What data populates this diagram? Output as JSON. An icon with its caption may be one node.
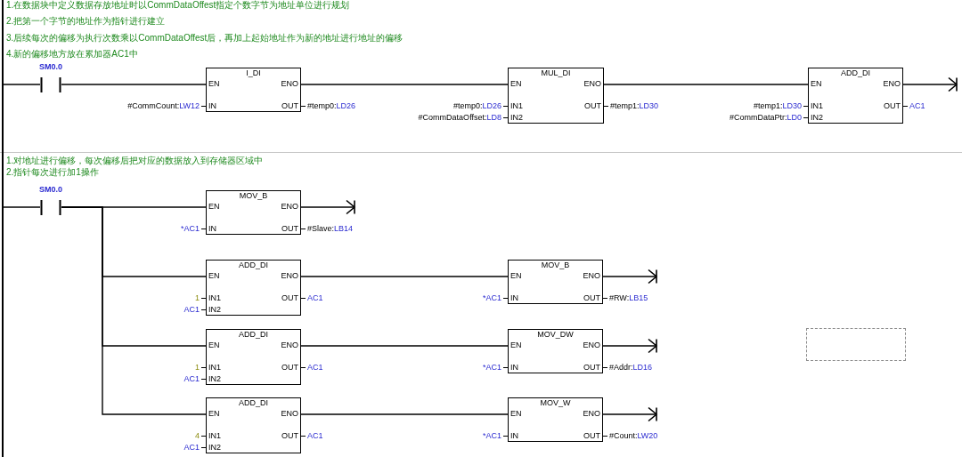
{
  "diagram": {
    "nodes": [
      {
        "text": [],
        "shape": "bar"
      },
      {
        "text": [
          "SM0.0"
        ]
      },
      {
        "text": [
          "I_DI",
          "EN",
          "ENO",
          "IN",
          "OUT"
        ],
        "beside": [
          "#CommCount:LW12",
          "#temp0:LD26"
        ]
      },
      {
        "text": [
          "MUL_DI",
          "EN",
          "ENO",
          "IN1",
          "IN2",
          "OUT"
        ],
        "beside": [
          "#temp0:LD26",
          "#CommDataOffset:LD8",
          "#temp1:LD30"
        ]
      },
      {
        "text": [
          "ADD_DI",
          "EN",
          "ENO",
          "IN1",
          "IN2",
          "OUT"
        ],
        "beside": [
          "#temp1:LD30",
          "#CommDataPtr:LD0",
          "AC1"
        ]
      },
      {
        "text": [
          "SM0.0"
        ]
      },
      {
        "text": [
          "MOV_B",
          "EN",
          "ENO",
          "IN",
          "OUT"
        ],
        "beside": [
          "*AC1",
          "#Slave:LB14"
        ]
      },
      {
        "text": [
          "ADD_DI",
          "EN",
          "ENO",
          "IN1",
          "IN2",
          "OUT"
        ],
        "beside": [
          "1",
          "AC1",
          "AC1"
        ]
      },
      {
        "text": [
          "MOV_B",
          "EN",
          "ENO",
          "IN",
          "OUT"
        ],
        "beside": [
          "*AC1",
          "#RW:LB15"
        ]
      },
      {
        "text": [
          "ADD_DI",
          "EN",
          "ENO",
          "IN1",
          "IN2",
          "OUT"
        ],
        "beside": [
          "1",
          "AC1",
          "AC1"
        ]
      },
      {
        "text": [
          "MOV_DW",
          "EN",
          "ENO",
          "IN",
          "OUT"
        ],
        "beside": [
          "*AC1",
          "#Addr:LD16"
        ]
      },
      {
        "text": [
          "ADD_DI",
          "EN",
          "ENO",
          "IN1",
          "IN2",
          "OUT"
        ],
        "beside": [
          "4",
          "AC1",
          "AC1"
        ]
      },
      {
        "text": [
          "MOV_W",
          "EN",
          "ENO",
          "IN",
          "OUT"
        ],
        "beside": [
          "*AC1",
          "#Count:LW20"
        ]
      },
      {
        "text": [],
        "shape": "box"
      }
    ],
    "edges": [
      {
        "from": 0,
        "to": 1,
        "arrow": "none"
      },
      {
        "from": 1,
        "to": 2,
        "arrow": "none"
      },
      {
        "from": 2,
        "to": 3,
        "arrow": "none"
      },
      {
        "from": 3,
        "to": 4,
        "arrow": "none"
      },
      {
        "from": 4,
        "to": null,
        "arrow": "to"
      },
      {
        "from": 0,
        "to": 5,
        "arrow": "none"
      },
      {
        "from": 5,
        "to": 6,
        "arrow": "none"
      },
      {
        "from": 5,
        "to": 7,
        "arrow": "none"
      },
      {
        "from": 5,
        "to": 9,
        "arrow": "none"
      },
      {
        "from": 5,
        "to": 11,
        "arrow": "none"
      },
      {
        "from": 6,
        "to": null,
        "arrow": "to"
      },
      {
        "from": 7,
        "to": 8,
        "arrow": "none"
      },
      {
        "from": 8,
        "to": null,
        "arrow": "to"
      },
      {
        "from": 9,
        "to": 10,
        "arrow": "none"
      },
      {
        "from": 10,
        "to": null,
        "arrow": "to"
      },
      {
        "from": 11,
        "to": 12,
        "arrow": "none"
      },
      {
        "from": 12,
        "to": null,
        "arrow": "to"
      }
    ],
    "labels": [
      "1.在数据块中定义数据存放地址时以CommDataOffest指定个数字节为地址单位进行规划",
      "2.把第一个字节的地址作为指针进行建立",
      "3.后续每次的偏移为执行次数乘以CommDataOffest后，再加上起始地址作为新的地址进行地址的偏移",
      "4.新的偏移地方放在累加器AC1中",
      "1.对地址进行偏移，每次偏移后把对应的数据放入到存储器区域中",
      "2.指针每次进行加1操作"
    ]
  }
}
